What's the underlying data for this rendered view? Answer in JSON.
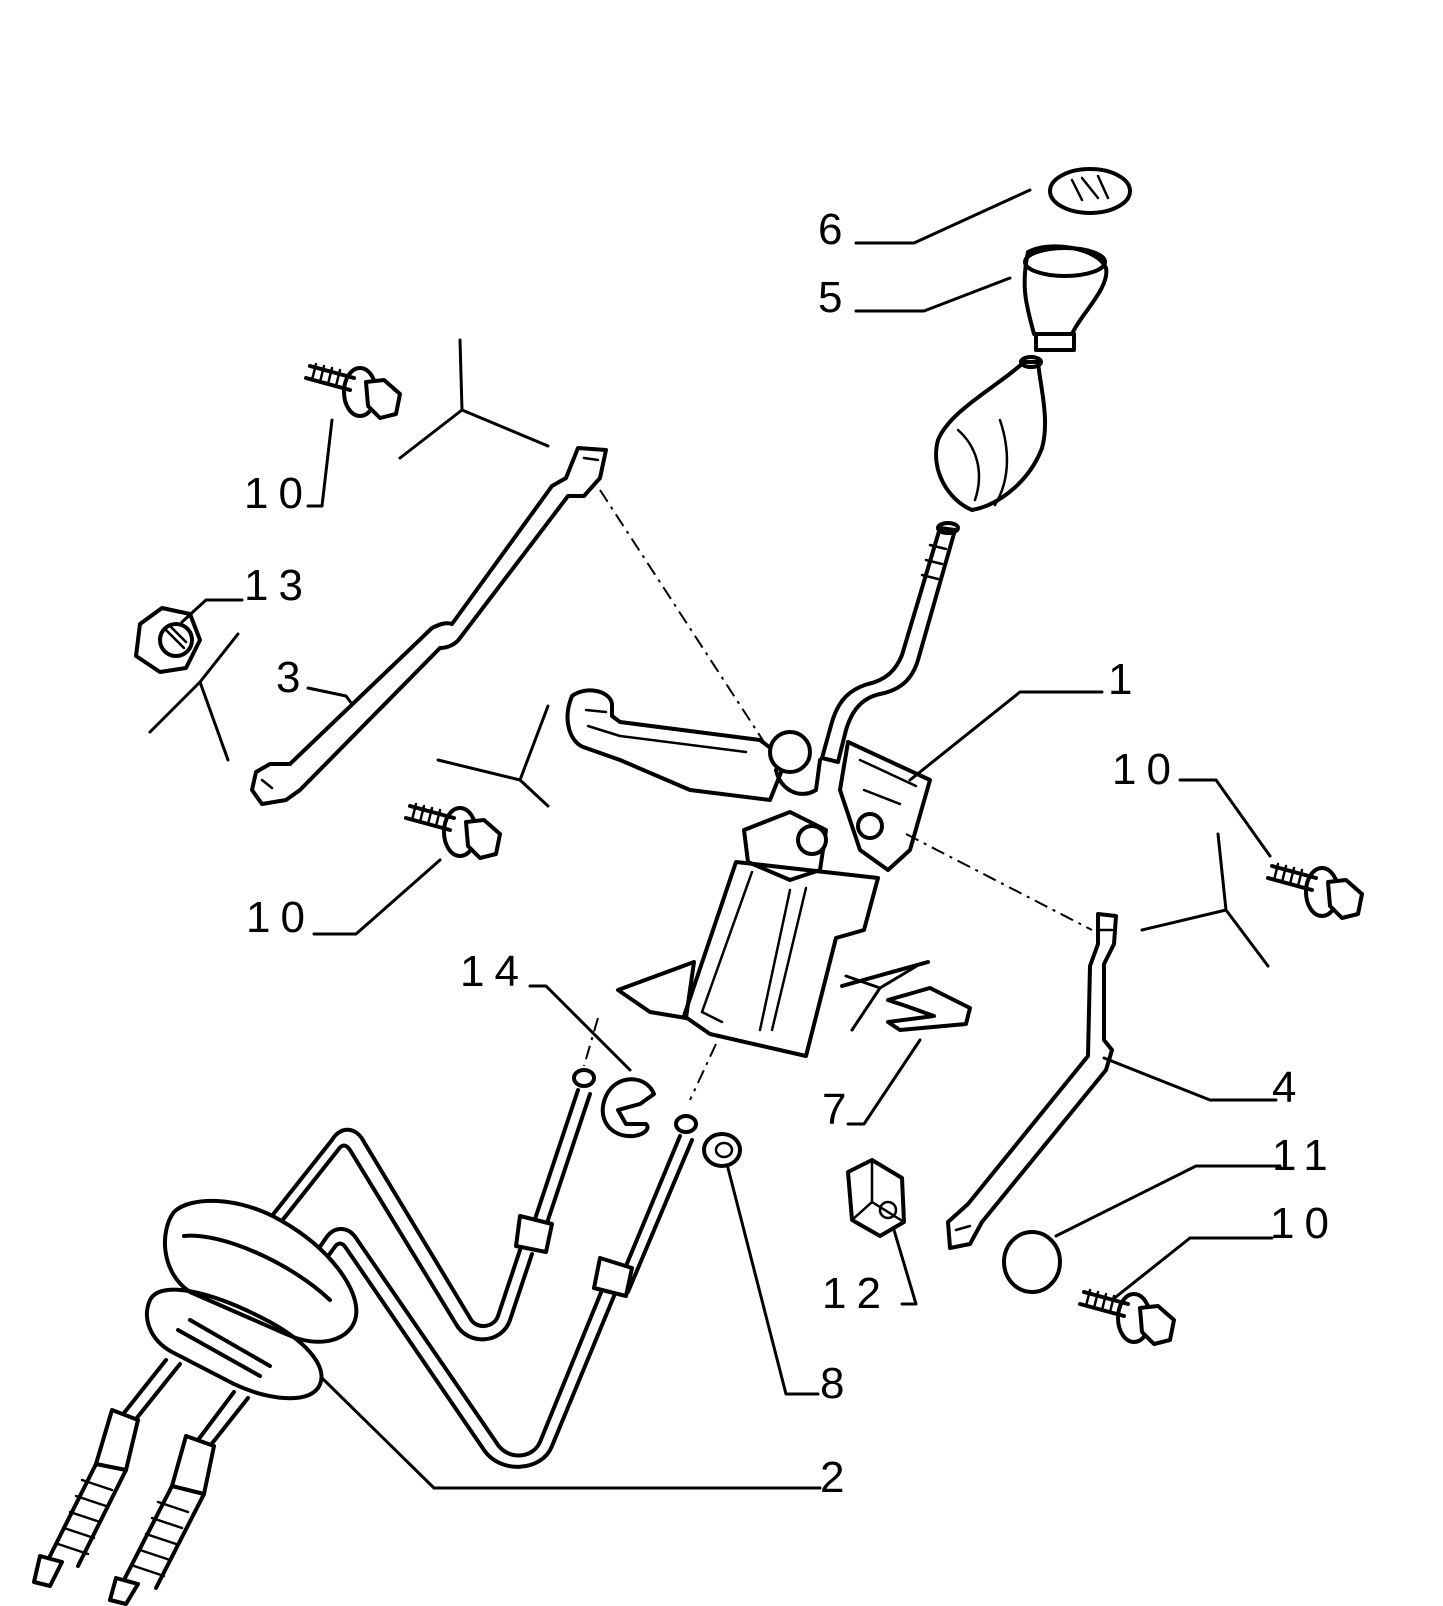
{
  "callouts": {
    "c1": "1",
    "c2": "2",
    "c3": "3",
    "c4": "4",
    "c5": "5",
    "c6": "6",
    "c7": "7",
    "c8": "8",
    "c10a": "10",
    "c10b": "10",
    "c10c": "10",
    "c10d": "10",
    "c11": "11",
    "c12": "12",
    "c13": "13",
    "c14": "14"
  }
}
